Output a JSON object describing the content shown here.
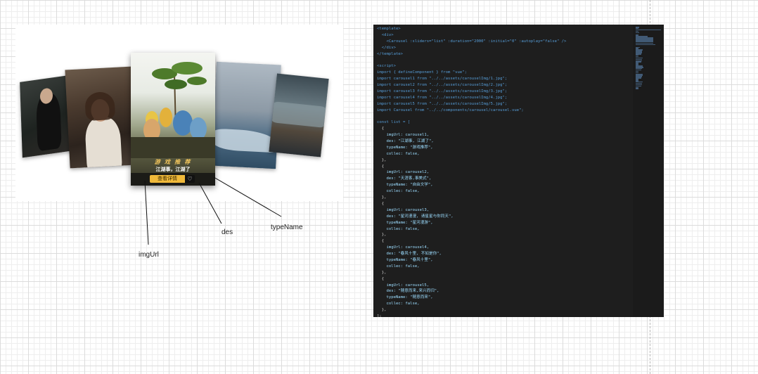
{
  "carousel": {
    "active_title": "游 戏 推 荐",
    "active_des": "江湖事，江湖了",
    "detail_button": "查看详情",
    "heart_icon": "heart-icon"
  },
  "annotations": {
    "imgUrl": "imgUrl",
    "des": "des",
    "typeName": "typeName"
  },
  "code": {
    "lines": [
      "<template>",
      "  <div>",
      "    <Carousel :sliders=\"list\" :duration=\"2000\" :initial=\"0\" :autoplay=\"false\" />",
      "  </div>",
      "</template>",
      "",
      "<script>",
      "import { defineComponent } from \"vue\";",
      "import carousel1 from \"../../assets/carouselImg/1.jpg\";",
      "import carousel2 from \"../../assets/carouselImg/2.jpg\";",
      "import carousel3 from \"../../assets/carouselImg/3.jpg\";",
      "import carousel4 from \"../../assets/carouselImg/4.jpg\";",
      "import carousel5 from \"../../assets/carouselImg/5.jpg\";",
      "import Carousel from \"../../components/carousel/carousel.vue\";",
      "",
      "const list = [",
      "  {",
      "    imgUrl: carousel1,",
      "    des: \"江湖事, 江湖了\",",
      "    typeName: \"游戏推荐\",",
      "    collec: false,",
      "  },",
      "  {",
      "    imgUrl: carousel2,",
      "    des: \"天涯客,事美式\",",
      "    typeName: \"自由文学\",",
      "    collec: false,",
      "  },",
      "  {",
      "    imgUrl: carousel3,",
      "    des: \"星河漫漫, 请星星与你同天\",",
      "    typeName: \"星河漫游\",",
      "    collec: false,",
      "  },",
      "  {",
      "    imgUrl: carousel4,",
      "    des: \"春风十里, 不如是你\",",
      "    typeName: \"春风十里\",",
      "    collec: false,",
      "  },",
      "  {",
      "    imgUrl: carousel5,",
      "    des: \"随意而来,来兴而归\",",
      "    typeName: \"随意而来\",",
      "    collec: false,",
      "  },",
      "];"
    ]
  },
  "colors": {
    "code_bg": "#1e1e1e",
    "keyword": "#569cd6",
    "string": "#ce9178",
    "tag": "#569cd6",
    "attr": "#9cdcfe",
    "accent_gold": "#f0b93a"
  }
}
